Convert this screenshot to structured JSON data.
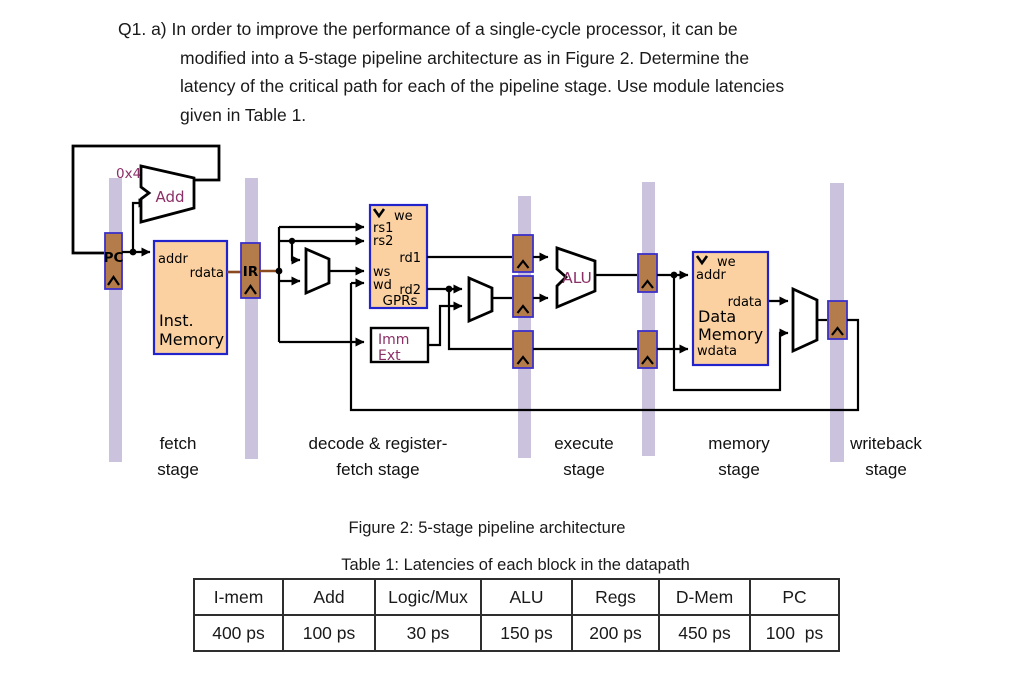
{
  "question": {
    "lines": [
      "Q1. a) In order to improve the performance of a single-cycle processor, it can be",
      "modified into a 5-stage pipeline architecture as in Figure 2. Determine the",
      "latency of the critical path for each of the pipeline stage. Use module latencies",
      "given in Table 1."
    ]
  },
  "figure": {
    "caption": "Figure 2: 5-stage pipeline architecture",
    "stage_labels": [
      {
        "line1": "fetch",
        "line2": "stage"
      },
      {
        "line1": "decode & register-",
        "line2": "fetch stage"
      },
      {
        "line1": "execute",
        "line2": "stage"
      },
      {
        "line1": "memory",
        "line2": "stage"
      },
      {
        "line1": "writeback",
        "line2": "stage"
      }
    ],
    "labels": {
      "pc": "PC",
      "add_const": "0x4",
      "add": "Add",
      "ir": "IR",
      "imem_addr": "addr",
      "imem_rdata": "rdata",
      "imem_line1": "Inst.",
      "imem_line2": "Memory",
      "gpr_we": "we",
      "gpr_rs1": "rs1",
      "gpr_rs2": "rs2",
      "gpr_rd1": "rd1",
      "gpr_ws": "ws",
      "gpr_wd": "wd",
      "gpr_rd2": "rd2",
      "gpr_name": "GPRs",
      "imm_line1": "Imm",
      "imm_line2": "Ext",
      "alu": "ALU",
      "dmem_we": "we",
      "dmem_addr": "addr",
      "dmem_rdata": "rdata",
      "dmem_line1": "Data",
      "dmem_line2": "Memory",
      "dmem_wdata": "wdata"
    },
    "colors": {
      "memory_fill": "#fbd1a2",
      "register_fill": "#b57c4b",
      "block_border_blue": "#2323cc",
      "pipeline_bar": "#cbc3dd",
      "accent_text": "#8b2f67",
      "instruction_wire": "#8a4a20"
    }
  },
  "table": {
    "title": "Table 1: Latencies of each block in the datapath",
    "headers": [
      "I-mem",
      "Add",
      "Logic/Mux",
      "ALU",
      "Regs",
      "D-Mem",
      "PC"
    ],
    "values": [
      "400 ps",
      "100 ps",
      "30 ps",
      "150 ps",
      "200 ps",
      "450 ps",
      "100  ps"
    ]
  }
}
